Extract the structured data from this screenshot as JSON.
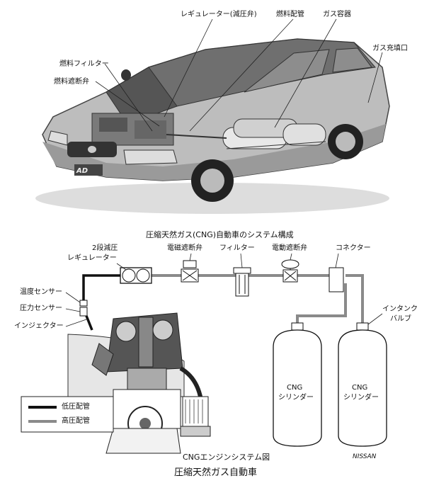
{
  "car_labels": {
    "regulator": "レギュレーター(減圧弁)",
    "fuel_piping": "燃料配管",
    "gas_container": "ガス容器",
    "gas_filler": "ガス充填口",
    "fuel_filter": "燃料フィルター",
    "fuel_shutoff": "燃料遮断弁",
    "badge": "AD"
  },
  "car_caption": "圧縮天然ガス(CNG)自動車のシステム構成",
  "system_labels": {
    "regulator_2stage_line1": "2段減圧",
    "regulator_2stage_line2": "レギュレーター",
    "solenoid_valve": "電磁遮断弁",
    "filter": "フィルター",
    "electric_valve": "電動遮断弁",
    "connector": "コネクター",
    "temp_sensor": "温度センサー",
    "pressure_sensor": "圧力センサー",
    "injector": "インジェクター",
    "in_tank_valve_line1": "インタンク",
    "in_tank_valve_line2": "バルブ",
    "cylinder_text_line1": "CNG",
    "cylinder_text_line2": "シリンダー"
  },
  "legend": {
    "low_pressure": "低圧配管",
    "high_pressure": "高圧配管"
  },
  "engine_caption": "CNGエンジンシステム図",
  "main_caption": "圧縮天然ガス自動車",
  "brand": "NISSAN",
  "colors": {
    "low_pressure": "#111111",
    "high_pressure": "#8a8a8a"
  }
}
